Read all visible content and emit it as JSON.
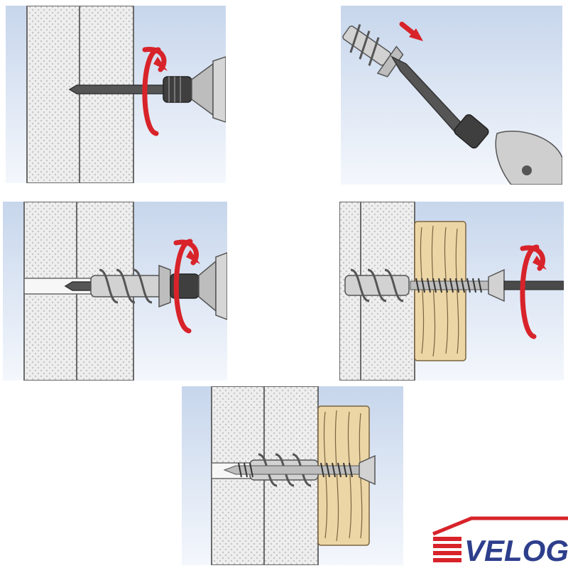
{
  "colors": {
    "sky_top": "#c7d6ec",
    "sky_bottom": "#f4f7fc",
    "board": "#eeeeee",
    "board_dot": "#c4c4c4",
    "board_edge": "#6a6a6a",
    "arrow_red": "#d8232a",
    "wood": "#ecd6a6",
    "wood_grain": "#7a6440",
    "metal": "#bdbdbd",
    "tool_dark": "#4a4a4a",
    "logo_red": "#d8232a",
    "logo_blue": "#2d3e8c"
  },
  "icons": {
    "rotation": "rotation-arrow-icon",
    "push": "push-arrow-icon",
    "house": "house-roof-icon"
  },
  "steps": [
    {
      "id": "step-1",
      "action": "pre-drill-with-bit"
    },
    {
      "id": "step-2",
      "action": "push-anchor-onto-tool"
    },
    {
      "id": "step-3",
      "action": "screw-anchor-into-board"
    },
    {
      "id": "step-4",
      "action": "drive-screw-through-fixture"
    },
    {
      "id": "step-5",
      "action": "fixture-mounted"
    }
  ],
  "logo": {
    "brand": "VELOG"
  }
}
